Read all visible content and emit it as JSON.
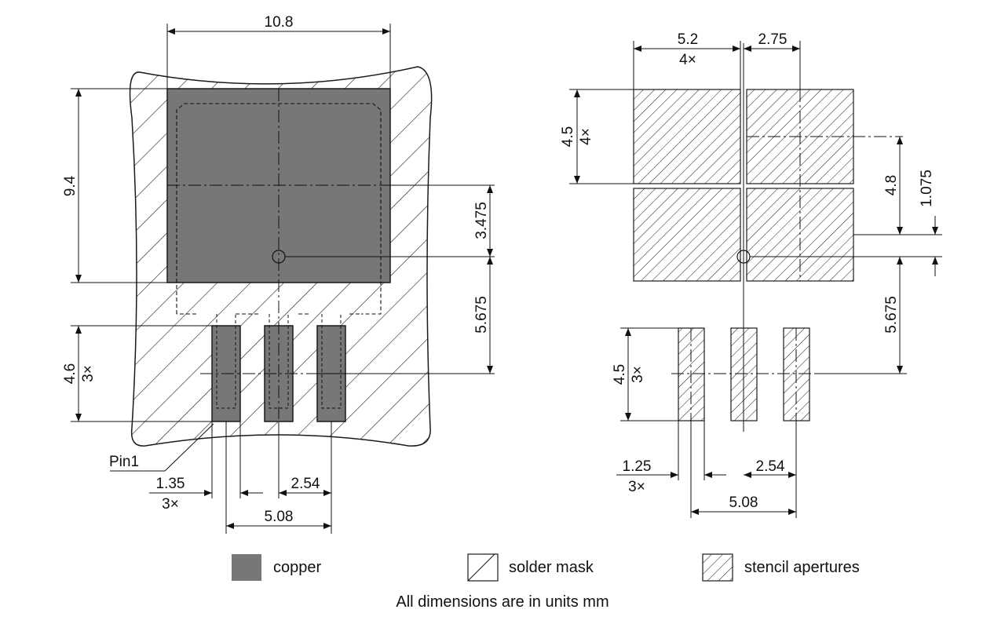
{
  "left_view": {
    "width_dim": "10.8",
    "height_dim": "9.4",
    "offset_dim": "3.475",
    "pad_offset_dim": "5.675",
    "pin_len_dim": "4.6",
    "pin_len_mult": "3×",
    "pin_width_dim": "1.35",
    "pin_width_mult": "3×",
    "pitch_dim": "2.54",
    "span_dim": "5.08",
    "pin1_label": "Pin1"
  },
  "right_view": {
    "aperture_w_dim": "5.2",
    "aperture_w_mult": "4×",
    "aperture_gap_dim": "2.75",
    "aperture_h_dim": "4.5",
    "aperture_h_mult": "4×",
    "aperture_pitch_dim": "4.8",
    "aperture_offset_dim": "1.075",
    "pad_offset_dim": "5.675",
    "pin_len_dim": "4.5",
    "pin_len_mult": "3×",
    "pin_width_dim": "1.25",
    "pin_width_mult": "3×",
    "pitch_dim": "2.54",
    "span_dim": "5.08"
  },
  "legend": {
    "copper": "copper",
    "solder_mask": "solder mask",
    "stencil": "stencil apertures"
  },
  "footnote": "All dimensions are in units mm",
  "colors": {
    "copper": "#777777",
    "line": "#1a1a1a"
  }
}
